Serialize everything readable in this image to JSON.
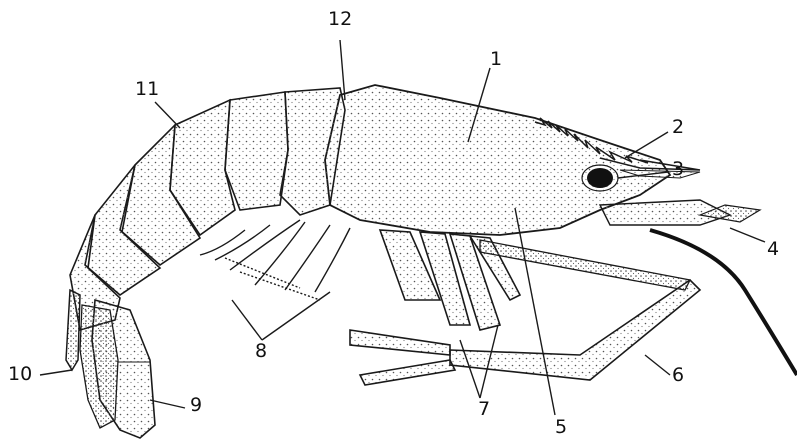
{
  "colors": {
    "ink": "#1a1a1a",
    "stipple": "#555555",
    "background": "#ffffff"
  },
  "labels": [
    {
      "id": "label-1",
      "text": "1"
    },
    {
      "id": "label-2",
      "text": "2"
    },
    {
      "id": "label-3",
      "text": "3"
    },
    {
      "id": "label-4",
      "text": "4"
    },
    {
      "id": "label-5",
      "text": "5"
    },
    {
      "id": "label-6",
      "text": "6"
    },
    {
      "id": "label-7",
      "text": "7"
    },
    {
      "id": "label-8",
      "text": "8"
    },
    {
      "id": "label-9",
      "text": "9"
    },
    {
      "id": "label-10",
      "text": "10"
    },
    {
      "id": "label-11",
      "text": "11"
    },
    {
      "id": "label-12",
      "text": "12"
    }
  ]
}
